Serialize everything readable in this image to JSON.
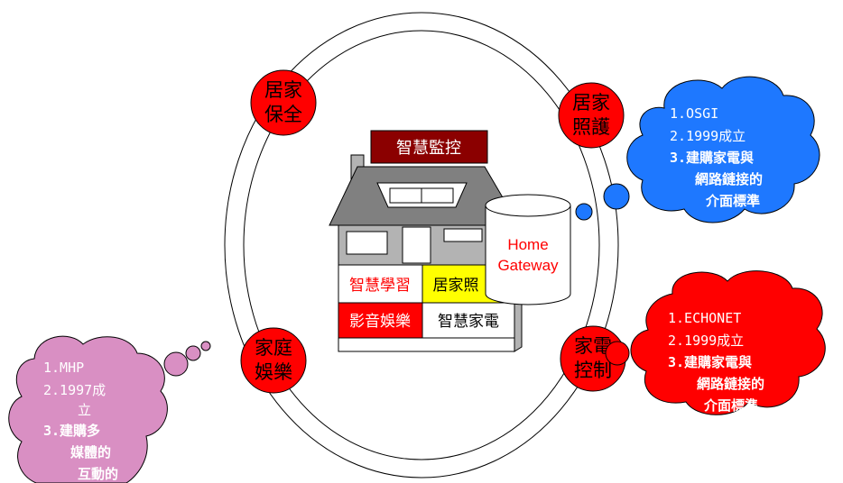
{
  "diagram": {
    "colors": {
      "red": "#ff0000",
      "maroon": "#8b0000",
      "blue": "#1e78ff",
      "pink": "#d98fc3",
      "yellow": "#ffff00",
      "roof": "#808080",
      "house_body": "#b3b3b3",
      "label_panel": "#ffffff"
    },
    "top_banner": "智慧監控",
    "gateway_label": [
      "Home",
      "Gateway"
    ],
    "service_circles": {
      "security": [
        "居家",
        "保全"
      ],
      "care": [
        "居家",
        "照護"
      ],
      "entertainment": [
        "家庭",
        "娛樂"
      ],
      "appliance_control": [
        "家電",
        "控制"
      ]
    },
    "house_panels": {
      "learning": "智慧學習",
      "home_care": "居家照",
      "media": "影音娛樂",
      "smart_appliance": "智慧家電"
    },
    "clouds": {
      "osgi": {
        "lines": [
          "1.OSGI",
          "2.1999成立",
          "3.建購家電與",
          "網路鏈接的",
          "介面標準"
        ]
      },
      "echonet": {
        "lines": [
          "1.ECHONET",
          "2.1999成立",
          "3.建購家電與",
          "網路鏈接的",
          "介面標準"
        ]
      },
      "mhp": {
        "lines": [
          "1.MHP",
          "2.1997成",
          "立",
          "3.建購多",
          "媒體的",
          "互動的"
        ]
      }
    }
  }
}
